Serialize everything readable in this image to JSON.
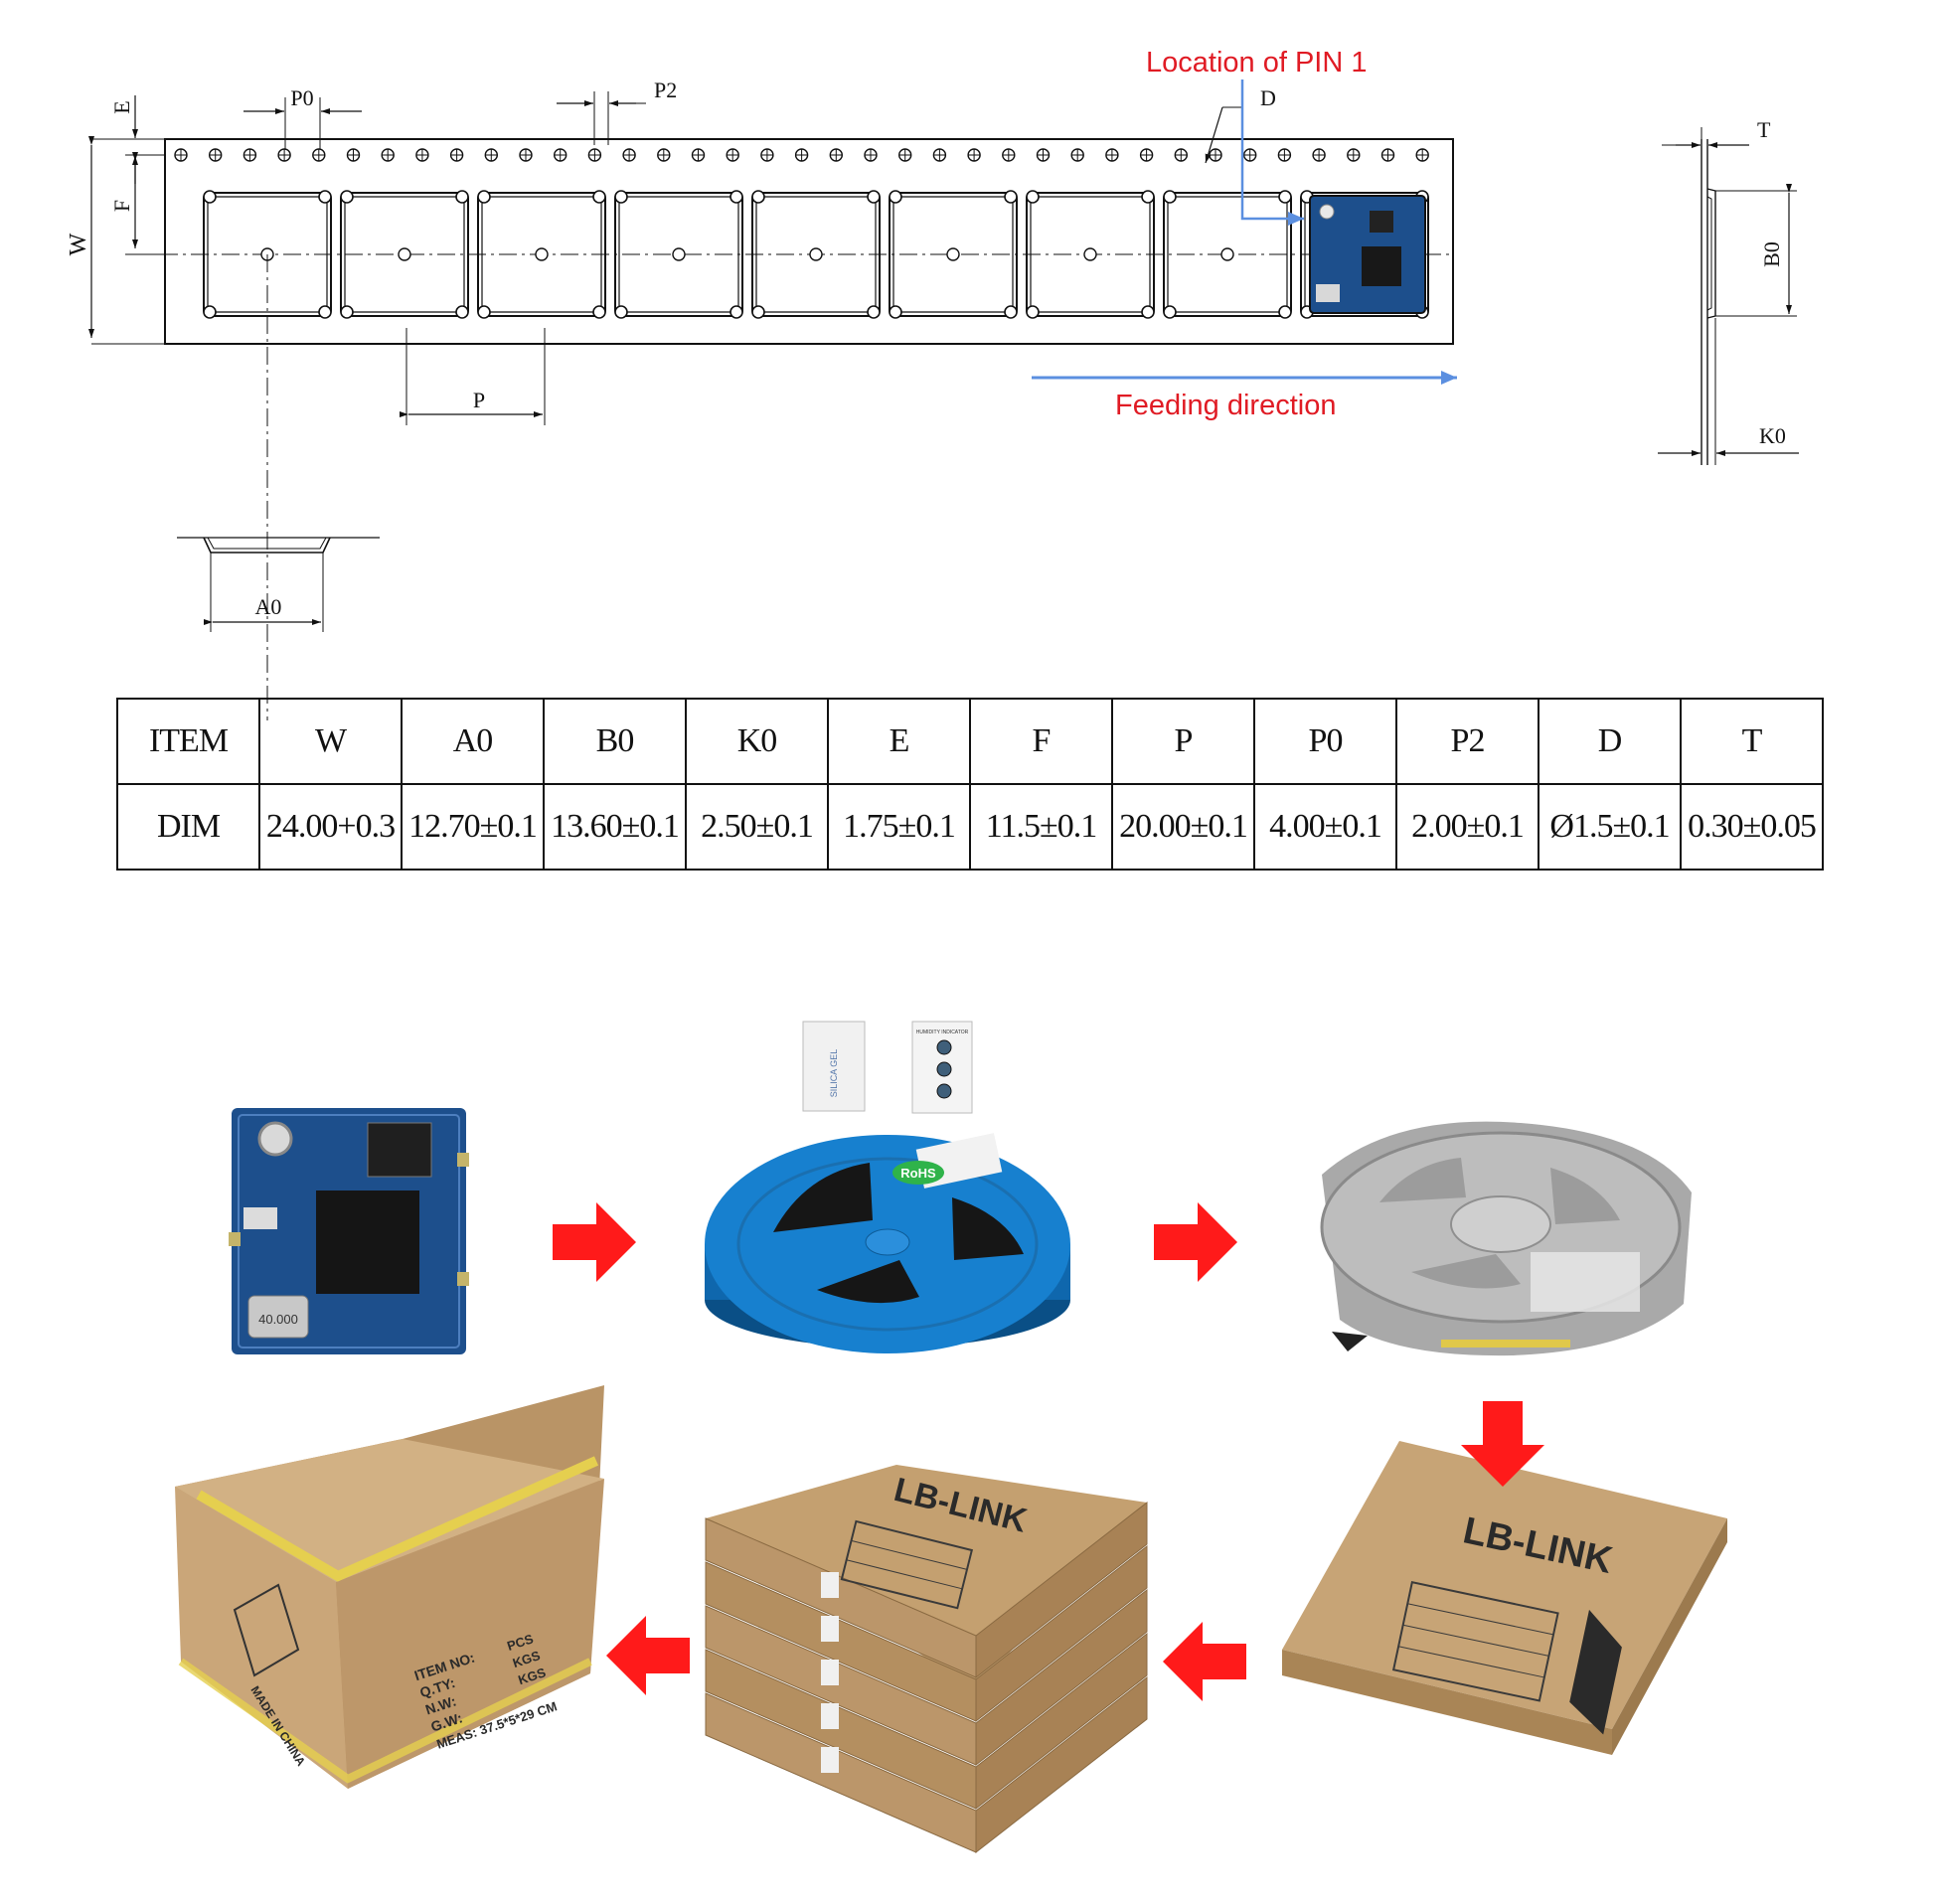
{
  "drawing": {
    "callouts": {
      "pin1": "Location of PIN 1",
      "feeding": "Feeding direction"
    },
    "dimension_labels": {
      "W": "W",
      "E": "E",
      "F": "F",
      "P0": "P0",
      "P2": "P2",
      "D": "D",
      "P": "P",
      "A0": "A0",
      "B0": "B0",
      "K0": "K0",
      "T": "T"
    },
    "colors": {
      "callout_text": "#e01b24",
      "callout_arrow": "#5b8fe0",
      "line": "#111111",
      "pcb": "#1d4f8c"
    }
  },
  "spec_table": {
    "header": [
      "ITEM",
      "W",
      "A0",
      "B0",
      "K0",
      "E",
      "F",
      "P",
      "P0",
      "P2",
      "D",
      "T"
    ],
    "row": [
      "DIM",
      "24.00+0.3",
      "12.70±0.1",
      "13.60±0.1",
      "2.50±0.1",
      "1.75±0.1",
      "11.5±0.1",
      "20.00±0.1",
      "4.00±0.1",
      "2.00±0.1",
      "Ø1.5±0.1",
      "0.30±0.05"
    ]
  },
  "packaging": {
    "module_crystal_text": "40.000",
    "reel_label": "RoHS",
    "desiccant_label": "SILICA GEL",
    "humidity_card_title": "HUMIDITY INDICATOR",
    "brand": "LB-LINK",
    "carton_marks": {
      "item_no": "ITEM NO:",
      "qty": "Q.TY:",
      "nw": "N.W:",
      "gw": "G.W:",
      "meas": "MEAS: 37.5*5*29 CM",
      "pcs": "PCS",
      "kgs1": "KGS",
      "kgs2": "KGS",
      "made_in": "MADE IN CHINA"
    },
    "arrow_color": "#ff1a1a"
  }
}
